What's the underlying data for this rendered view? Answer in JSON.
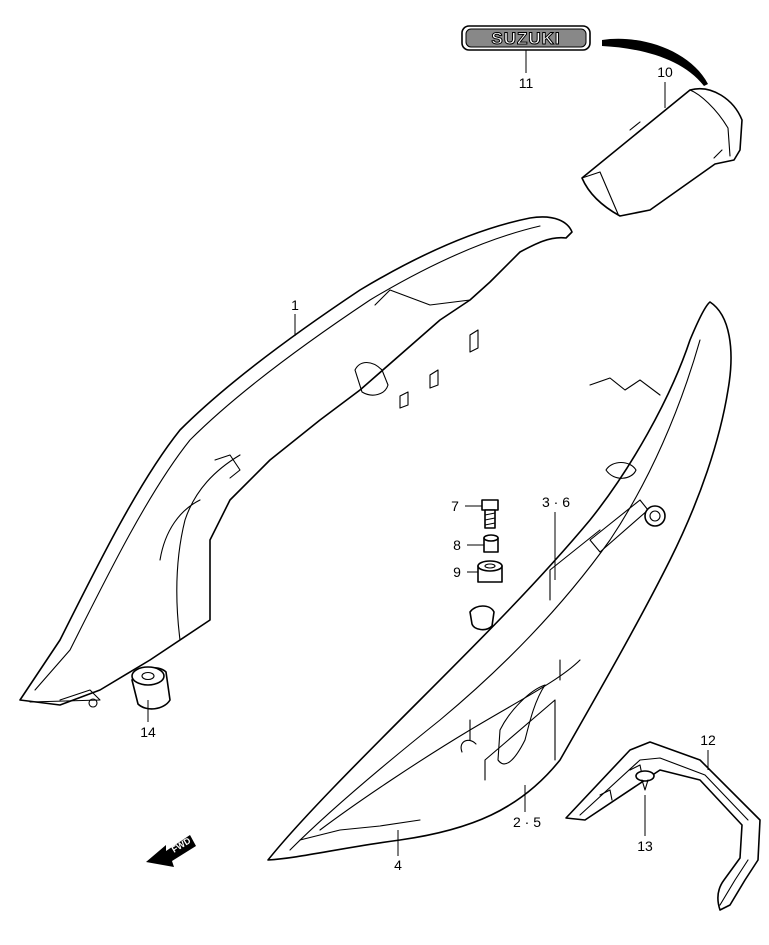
{
  "callouts": {
    "p1": "1",
    "p2_5": "2 · 5",
    "p3_6": "3 · 6",
    "p4": "4",
    "p7": "7",
    "p8": "8",
    "p9": "9",
    "p10": "10",
    "p11": "11",
    "p12": "12",
    "p13": "13",
    "p14": "14"
  },
  "emblem_text": "SUZUKI",
  "fwd_arrow_text": "FWD",
  "icons": [
    "suzuki-emblem-icon",
    "fwd-arrow-icon"
  ]
}
